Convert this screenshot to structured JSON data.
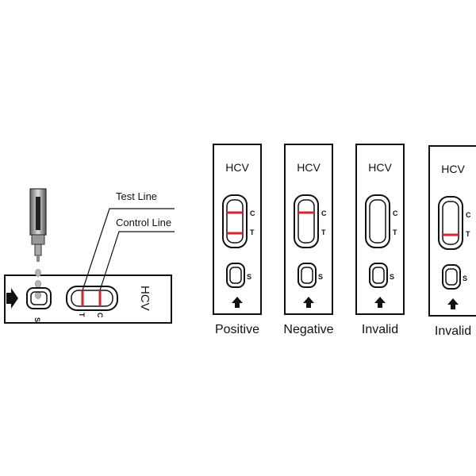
{
  "colors": {
    "ink": "#111111",
    "line": "#d8242d",
    "drop": "#b5b5b5"
  },
  "device": {
    "brand": "HCV",
    "sample_mark": "S",
    "test_mark": "T",
    "control_mark": "C"
  },
  "callouts": {
    "test_line": "Test Line",
    "control_line": "Control Line"
  },
  "icons": {
    "arrow": "right-arrow-icon",
    "dropper": "dropper-icon"
  },
  "cassettes": [
    {
      "brand": "HCV",
      "c": "C",
      "t": "T",
      "s": "S",
      "result": "Positive",
      "control_line": true,
      "test_line": true
    },
    {
      "brand": "HCV",
      "c": "C",
      "t": "T",
      "s": "S",
      "result": "Negative",
      "control_line": true,
      "test_line": false
    },
    {
      "brand": "HCV",
      "c": "C",
      "t": "T",
      "s": "S",
      "result": "Invalid",
      "control_line": false,
      "test_line": false
    },
    {
      "brand": "HCV",
      "c": "C",
      "t": "T",
      "s": "S",
      "result": "Invalid",
      "control_line": false,
      "test_line": true
    }
  ]
}
